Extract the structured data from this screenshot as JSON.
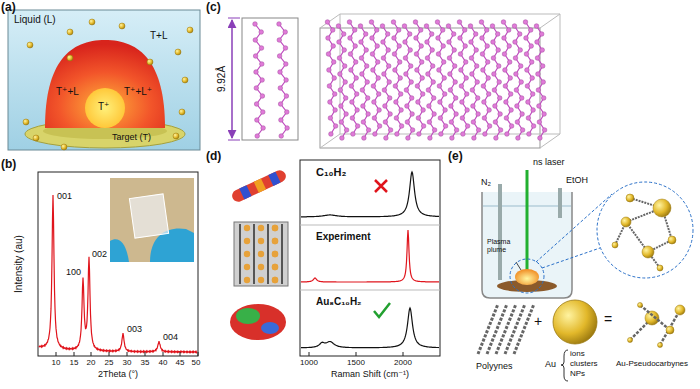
{
  "diagram": {
    "labels": [
      "(a)",
      "Liquid (L)",
      "T+L",
      "T⁺+L",
      "T⁺+L⁺",
      "T⁺",
      "Target (T)",
      "(b)",
      "Intensity (au)",
      "001",
      "002",
      "100",
      "003",
      "004",
      "10",
      "15",
      "20",
      "25",
      "30",
      "35",
      "40",
      "45",
      "50",
      "2Theta (°)",
      "(c)",
      "9.92Å",
      "(d)",
      "C₁₀H₂",
      "Experiment",
      "Au₈C₁₀H₂",
      "1000",
      "1500",
      "2000",
      "Raman Shift (cm⁻¹)",
      "(e)",
      "ns laser",
      "N₂",
      "EtOH",
      "Plasma plume",
      "Polyynes",
      "+",
      "Au",
      "ions",
      "clusters",
      "NPs",
      "=",
      "Au-Pseudocarbynes"
    ]
  }
}
